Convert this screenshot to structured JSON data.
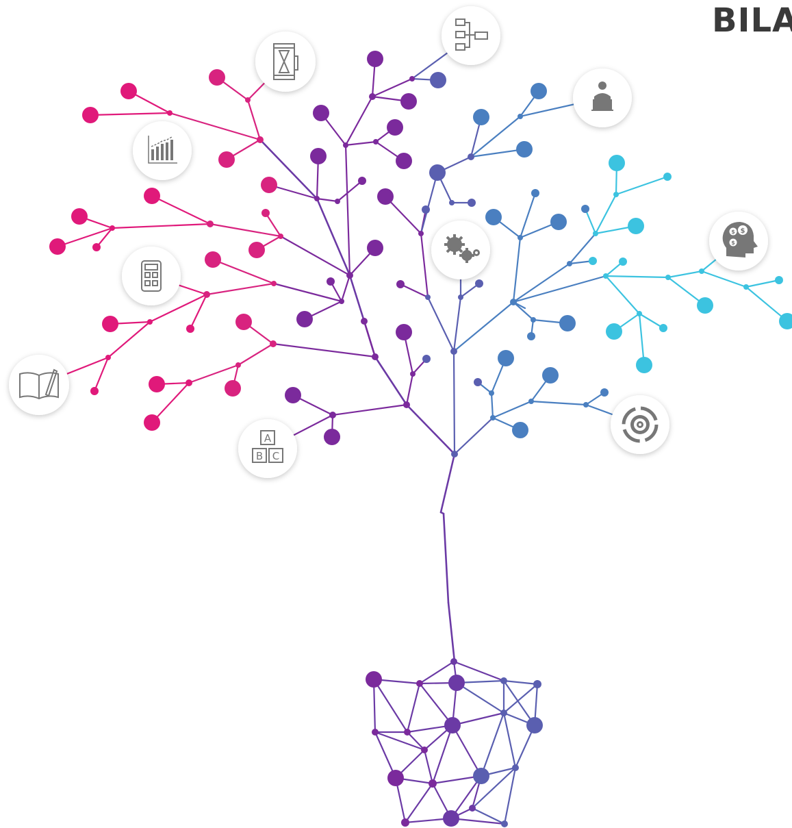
{
  "brand": {
    "text": "BILA",
    "color": "#3a3a3a"
  },
  "colors": {
    "magenta": "#e0197a",
    "pink": "#d8237f",
    "purple": "#7b2a9c",
    "violet": "#6b3aa5",
    "indigo": "#5a5fb0",
    "blue": "#4a7fc0",
    "cyan": "#3cc3e0",
    "icon_circle": "#ffffff",
    "icon_stroke": "#777777"
  },
  "icons": [
    {
      "name": "flowchart-icon"
    },
    {
      "name": "hourglass-notebook-icon"
    },
    {
      "name": "speaker-podium-icon"
    },
    {
      "name": "bar-chart-icon"
    },
    {
      "name": "money-mind-icon"
    },
    {
      "name": "calculator-icon"
    },
    {
      "name": "gears-icon"
    },
    {
      "name": "notebook-pen-icon"
    },
    {
      "name": "target-cycle-icon"
    },
    {
      "name": "abc-blocks-icon"
    }
  ],
  "abc_block_letters": [
    "A",
    "B",
    "C"
  ]
}
